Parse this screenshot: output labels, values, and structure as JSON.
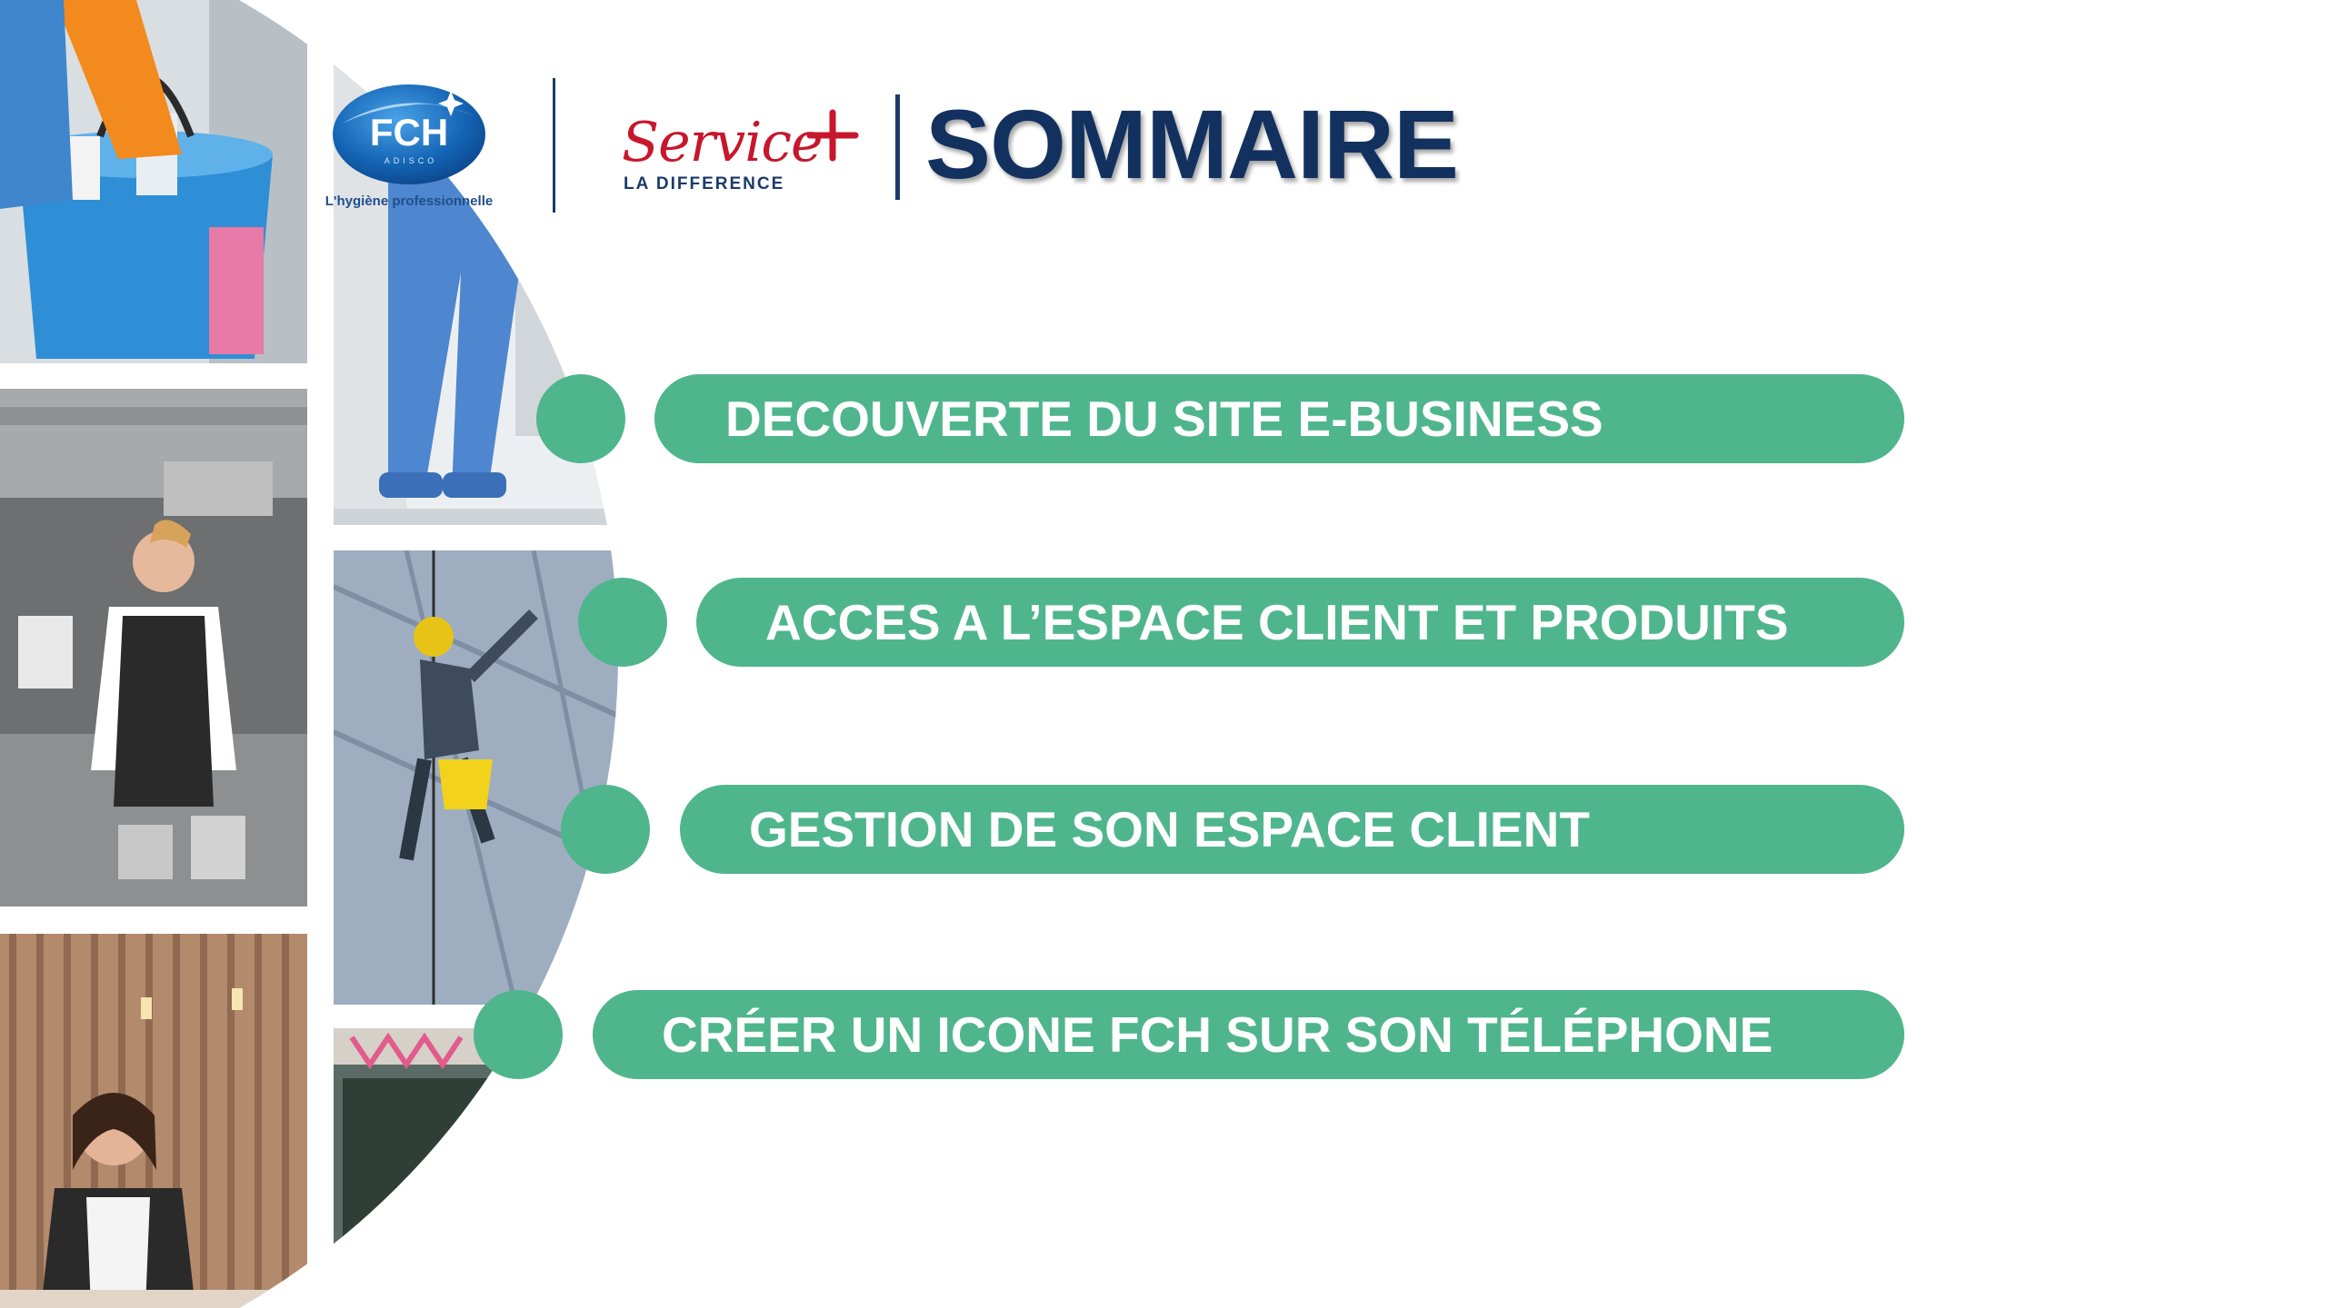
{
  "brand": {
    "fch_text": "FCH",
    "fch_sub": "ADISCO",
    "tagline": "L'hygiène professionnelle",
    "service_word": "Service",
    "service_sub": "LA DIFFERENCE",
    "accent_blue": "#13315f",
    "accent_red": "#c7172c",
    "accent_green": "#4fb58d"
  },
  "title": "SOMMAIRE",
  "items": [
    {
      "label": "DECOUVERTE DU SITE E-BUSINESS"
    },
    {
      "label": "ACCES A L’ESPACE CLIENT ET PRODUITS"
    },
    {
      "label": "GESTION DE SON ESPACE CLIENT"
    },
    {
      "label": "CRÉER UN ICONE FCH SUR SON TÉLÉPHONE"
    }
  ],
  "collage": [
    {
      "icon": "cleaning-bucket-photo"
    },
    {
      "icon": "floor-cleaning-photo"
    },
    {
      "icon": "kitchen-chef-photo"
    },
    {
      "icon": "window-cleaner-photo"
    },
    {
      "icon": "hotel-reception-photo"
    },
    {
      "icon": "classroom-photo"
    }
  ]
}
